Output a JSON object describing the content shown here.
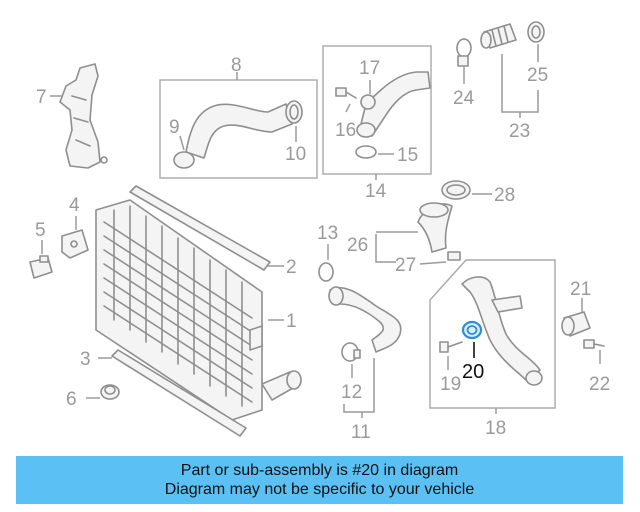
{
  "diagram": {
    "labels": {
      "p1": "1",
      "p2": "2",
      "p3": "3",
      "p4": "4",
      "p5": "5",
      "p6": "6",
      "p7": "7",
      "p8": "8",
      "p9": "9",
      "p10": "10",
      "p11": "11",
      "p12": "12",
      "p13": "13",
      "p14": "14",
      "p15": "15",
      "p16": "16",
      "p17": "17",
      "p18": "18",
      "p19": "19",
      "p20": "20",
      "p21": "21",
      "p22": "22",
      "p23": "23",
      "p24": "24",
      "p25": "25",
      "p26": "26",
      "p27": "27",
      "p28": "28"
    },
    "highlighted_part": "20",
    "highlight_color": "#2b8fd6",
    "line_color": "#9a9a9a"
  },
  "banner": {
    "line1": "Part or sub-assembly is #20 in diagram",
    "line2": "Diagram may not be specific to your vehicle",
    "background": "#5bc0f4"
  }
}
